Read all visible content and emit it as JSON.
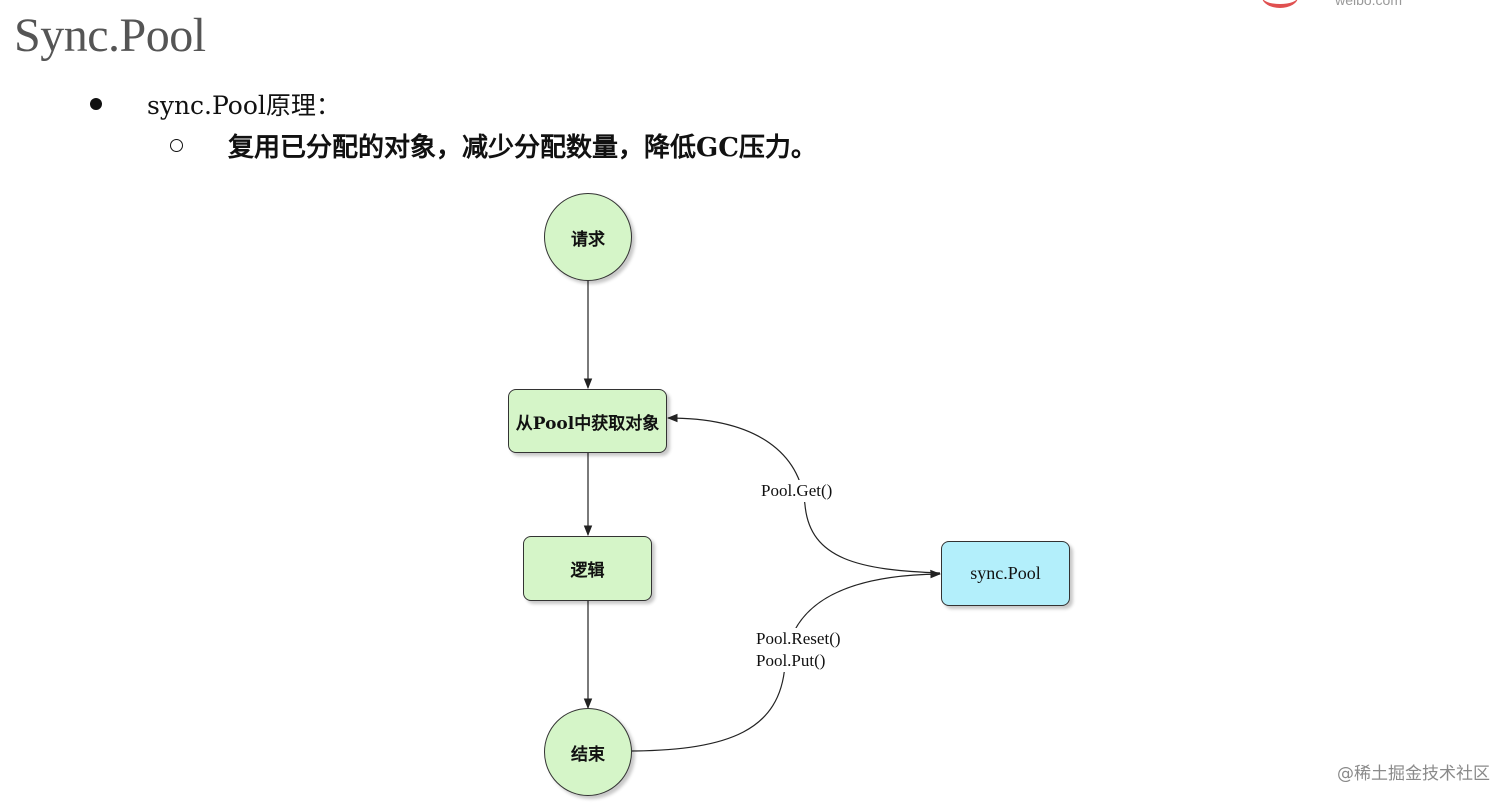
{
  "slide": {
    "title": "Sync.Pool",
    "bullets": {
      "level1": "sync.Pool原理：",
      "level2": "复用已分配的对象，减少分配数量，降低GC压力。"
    },
    "logo_text": "weibo.com"
  },
  "diagram": {
    "nodes": {
      "request": "请求",
      "get_from_pool": "从Pool中获取对象",
      "logic": "逻辑",
      "end": "结束",
      "sync_pool": "sync.Pool"
    },
    "edges": {
      "get_label": "Pool.Get()",
      "reset_label": "Pool.Reset()",
      "put_label": "Pool.Put()"
    },
    "colors": {
      "flow_node_fill": "#d5f5c8",
      "pool_node_fill": "#b3effb",
      "stroke": "#333333"
    }
  },
  "watermark": "@稀土掘金技术社区"
}
